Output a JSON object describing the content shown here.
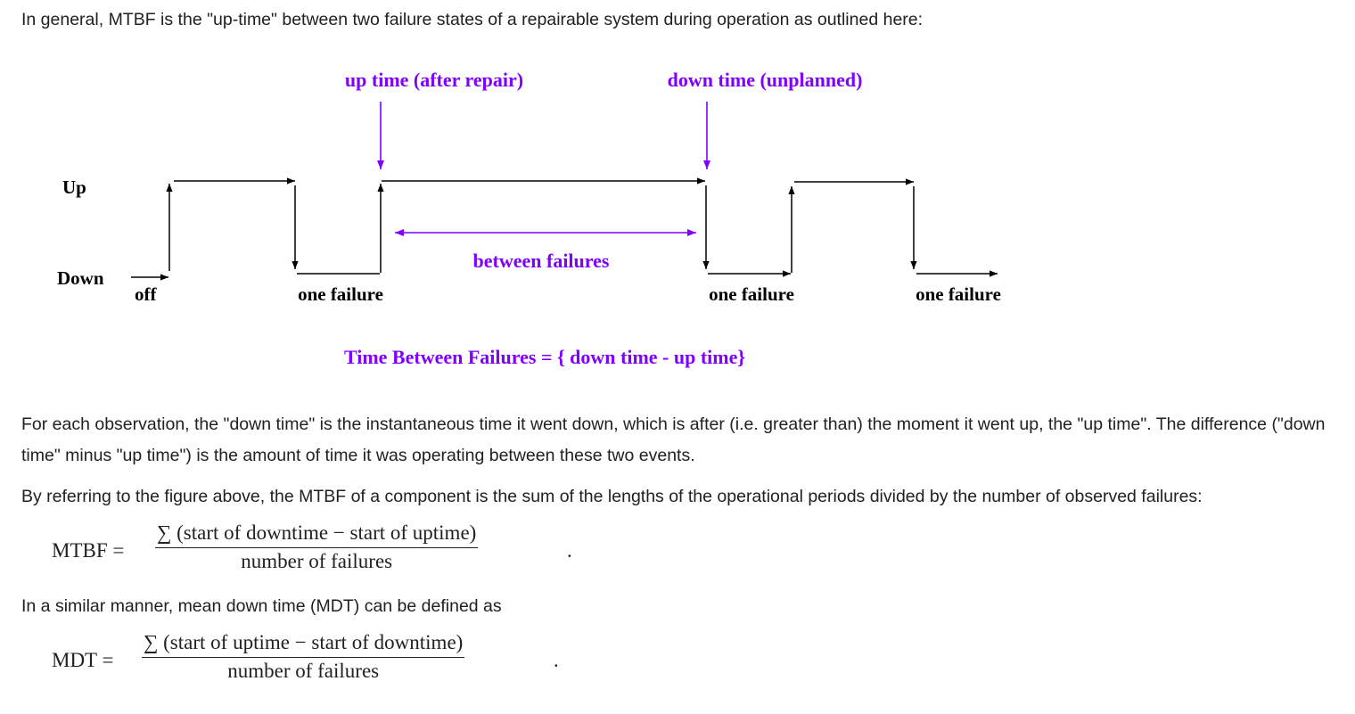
{
  "intro": "In general, MTBF is the \"up-time\" between two failure states of a repairable system during operation as outlined here:",
  "figure": {
    "label_up_time_after_repair": "up time (after repair)",
    "label_down_time_unplanned": "down time (unplanned)",
    "label_up": "Up",
    "label_down": "Down",
    "label_off": "off",
    "label_one_failure_1": "one failure",
    "label_one_failure_2": "one failure",
    "label_one_failure_3": "one failure",
    "label_between_failures": "between failures",
    "caption": "Time Between Failures = { down time - up time}",
    "colors": {
      "accent": "#7f00ff",
      "line": "#000000"
    }
  },
  "para1": "For each observation, the \"down time\" is the instantaneous time it went down, which is after (i.e. greater than) the moment it went up, the \"up time\". The difference (\"down time\" minus \"up time\") is the amount of time it was operating between these two events.",
  "para2": "By referring to the figure above, the MTBF of a component is the sum of the lengths of the operational periods divided by the number of observed failures:",
  "mtbf": {
    "lhs": "MTBF =",
    "numerator": "∑ (start of downtime − start of uptime)",
    "denominator": "number of failures",
    "end": "."
  },
  "para3": "In a similar manner, mean down time (MDT) can be defined as",
  "mdt": {
    "lhs": "MDT =",
    "numerator": "∑ (start of uptime − start of downtime)",
    "denominator": "number of failures",
    "end": "."
  }
}
